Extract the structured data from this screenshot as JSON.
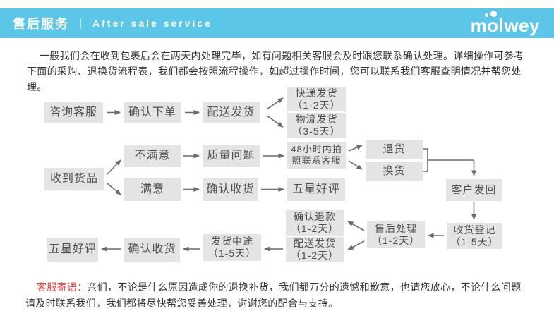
{
  "header": {
    "title_zh": "售后服务",
    "divider": "｜",
    "title_en": "After sale service",
    "logo_text": "molwey"
  },
  "intro": {
    "text": "一般我们会在收到包裹后会在两天内处理完毕，如有问题相关客服会及时跟您联系确认处理。详细操作可参考下面的采购、退换货流程表，我们都会按照流程操作，如超过操作时间，您可以联系我们客服查明情况并帮您处理。"
  },
  "flowchart": {
    "nodes": [
      {
        "id": "consult",
        "lines": [
          "咨询客服"
        ]
      },
      {
        "id": "confirm_order",
        "lines": [
          "确认下单"
        ]
      },
      {
        "id": "delivery",
        "lines": [
          "配送发货"
        ]
      },
      {
        "id": "express",
        "lines": [
          "快递发货",
          "（1-2天）"
        ]
      },
      {
        "id": "logistics",
        "lines": [
          "物流发货",
          "（3-5天）"
        ]
      },
      {
        "id": "received",
        "lines": [
          "收到货品"
        ]
      },
      {
        "id": "unsatisfied",
        "lines": [
          "不满意"
        ]
      },
      {
        "id": "quality",
        "lines": [
          "质量问题"
        ]
      },
      {
        "id": "photo48",
        "lines": [
          "48小时内拍",
          "照联系客服"
        ]
      },
      {
        "id": "return_goods",
        "lines": [
          "退货"
        ]
      },
      {
        "id": "exchange_goods",
        "lines": [
          "换货"
        ]
      },
      {
        "id": "satisfied",
        "lines": [
          "满意"
        ]
      },
      {
        "id": "confirm_receipt",
        "lines": [
          "确认收货"
        ]
      },
      {
        "id": "five_star",
        "lines": [
          "五星好评"
        ]
      },
      {
        "id": "customer_return",
        "lines": [
          "客户发回"
        ]
      },
      {
        "id": "refund",
        "lines": [
          "确认退款",
          "（1-2天）"
        ]
      },
      {
        "id": "redelivery",
        "lines": [
          "配送发货",
          "（1-2天）"
        ]
      },
      {
        "id": "aftersale",
        "lines": [
          "售后处理",
          "（1-2天）"
        ]
      },
      {
        "id": "register",
        "lines": [
          "收货登记",
          "（1-5天）"
        ]
      },
      {
        "id": "mid_delivery",
        "lines": [
          "发货中途",
          "（1-5天）"
        ]
      },
      {
        "id": "confirm_receipt2",
        "lines": [
          "确认收货"
        ]
      },
      {
        "id": "five_star2",
        "lines": [
          "五星好评"
        ]
      }
    ]
  },
  "footer": {
    "label": "客服寄语：",
    "text": "亲们，不论是什么原因造成你的退换补货，我们都万分的遗憾和歉意，也请您放心，不论什么问题请及时联系我们，我们都将尽快帮您妥善处理，谢谢您的配合与支持。"
  },
  "colors": {
    "bar": "#5bc6e7",
    "box_bg": "#e4e4e4",
    "box_text": "#4d4d4d",
    "arrow": "#6b6b6b",
    "red": "#e8403a",
    "text": "#333333"
  }
}
